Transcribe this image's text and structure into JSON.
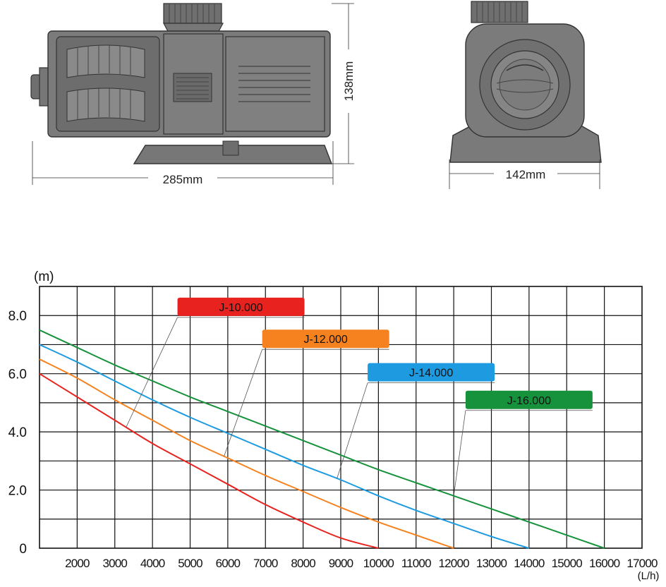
{
  "drawing": {
    "side_length": "285mm",
    "side_height": "138mm",
    "front_width": "142mm"
  },
  "chart_data": {
    "type": "line",
    "ylabel": "(m)",
    "xlabel": "(L/h)",
    "xlim": [
      1000,
      17000
    ],
    "ylim": [
      0,
      9.0
    ],
    "x_ticks": [
      2000,
      3000,
      4000,
      5000,
      6000,
      7000,
      8000,
      9000,
      10000,
      11000,
      12000,
      13000,
      14000,
      15000,
      16000,
      17000
    ],
    "y_ticks": [
      {
        "value": 0,
        "label": "0"
      },
      {
        "value": 2,
        "label": "2.0"
      },
      {
        "value": 4,
        "label": "4.0"
      },
      {
        "value": 6,
        "label": "6.0"
      },
      {
        "value": 8,
        "label": "8.0"
      }
    ],
    "grid": true,
    "series": [
      {
        "name": "J-10.000",
        "color": "#e8231f",
        "x": [
          1000,
          2000,
          3000,
          4000,
          5000,
          6000,
          7000,
          8000,
          9000,
          10000
        ],
        "y": [
          6.0,
          5.2,
          4.4,
          3.6,
          2.9,
          2.2,
          1.5,
          0.9,
          0.35,
          0.0
        ]
      },
      {
        "name": "J-12.000",
        "color": "#f5821f",
        "x": [
          1000,
          2000,
          3000,
          4000,
          5000,
          6000,
          7000,
          8000,
          9000,
          10000,
          11000,
          12000
        ],
        "y": [
          6.5,
          5.85,
          5.1,
          4.4,
          3.7,
          3.1,
          2.5,
          1.95,
          1.4,
          0.9,
          0.45,
          0.0
        ]
      },
      {
        "name": "J-14.000",
        "color": "#1e9be0",
        "x": [
          1000,
          2000,
          3000,
          4000,
          5000,
          6000,
          7000,
          8000,
          9000,
          10000,
          11000,
          12000,
          13000,
          14000
        ],
        "y": [
          7.0,
          6.4,
          5.75,
          5.1,
          4.5,
          3.95,
          3.4,
          2.85,
          2.35,
          1.8,
          1.3,
          0.85,
          0.4,
          0.0
        ]
      },
      {
        "name": "J-16.000",
        "color": "#17923c",
        "x": [
          1000,
          2000,
          3000,
          4000,
          5000,
          6000,
          7000,
          8000,
          9000,
          10000,
          11000,
          12000,
          13000,
          14000,
          15000,
          16000
        ],
        "y": [
          7.5,
          6.9,
          6.3,
          5.75,
          5.2,
          4.7,
          4.2,
          3.7,
          3.2,
          2.7,
          2.25,
          1.8,
          1.35,
          0.9,
          0.45,
          0.0
        ]
      }
    ]
  }
}
